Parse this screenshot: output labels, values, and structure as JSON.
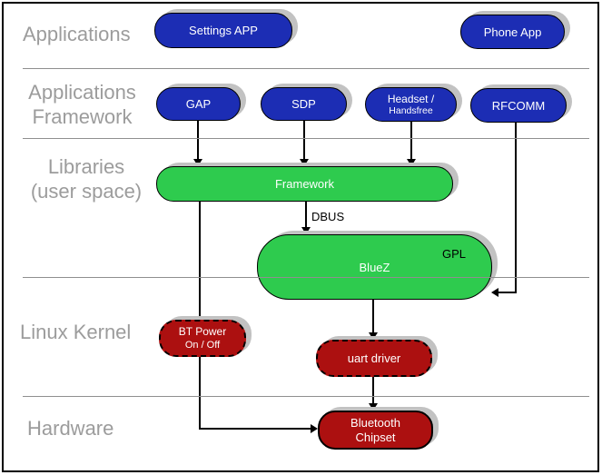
{
  "layer_labels": {
    "applications": "Applications",
    "framework_l1": "Applications",
    "framework_l2": "Framework",
    "libraries_l1": "Libraries",
    "libraries_l2": "(user space)",
    "kernel": "Linux Kernel",
    "hardware": "Hardware"
  },
  "nodes": {
    "settings_app": "Settings APP",
    "phone_app": "Phone App",
    "gap": "GAP",
    "sdp": "SDP",
    "headset_l1": "Headset /",
    "headset_l2": "Handsfree",
    "rfcomm": "RFCOMM",
    "framework": "Framework",
    "bluez": "BlueZ",
    "gpl_badge": "GPL",
    "bt_power_l1": "BT Power",
    "bt_power_l2": "On / Off",
    "uart_driver": "uart driver",
    "chipset_l1": "Bluetooth",
    "chipset_l2": "Chipset"
  },
  "edge_labels": {
    "dbus": "DBUS"
  },
  "colors": {
    "blue_node": "#1c2db4",
    "green_node": "#2ecb4e",
    "red_node": "#ac1010",
    "label_text": "#9c9c9c",
    "node_text": "#ffffff",
    "divider": "#8f8f8f",
    "shadow": "#c2c2c2"
  }
}
